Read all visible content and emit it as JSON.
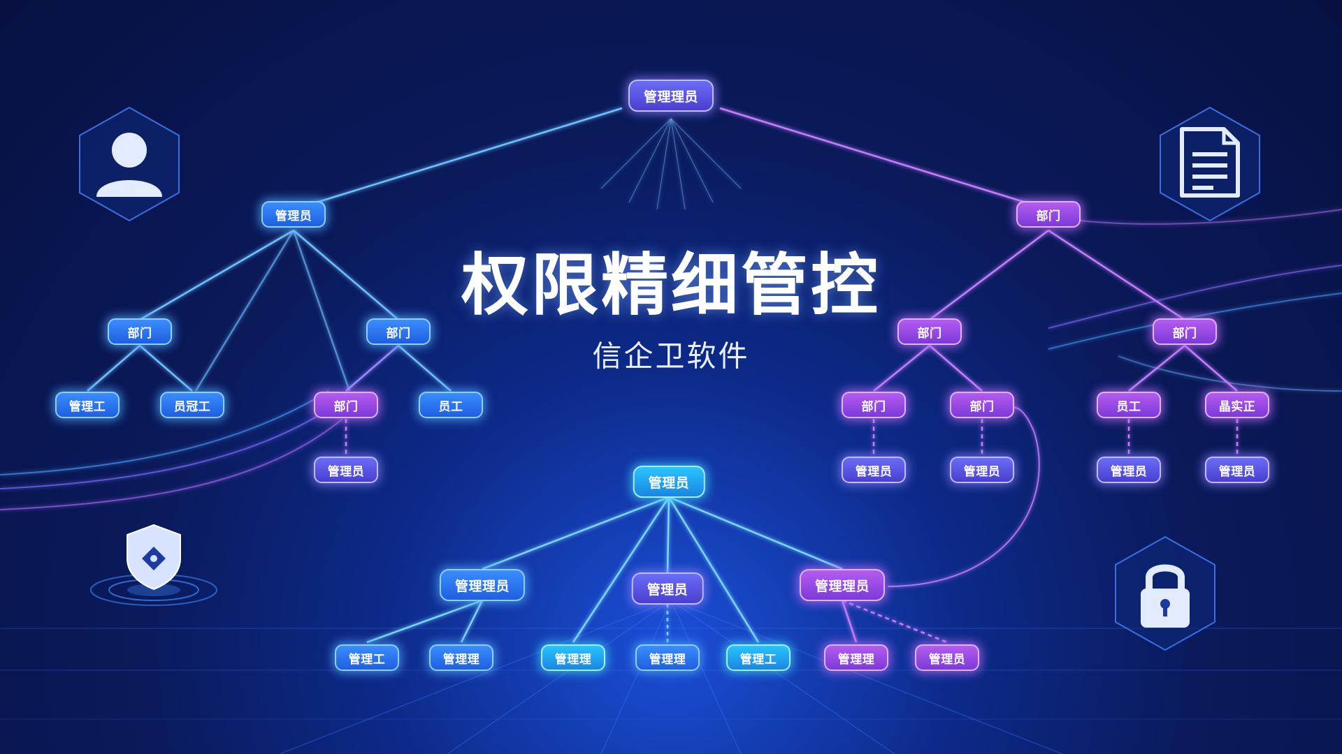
{
  "title": "权限精细管控",
  "subtitle": "信企卫软件",
  "colors": {
    "blue": "#2f7bff",
    "cyan": "#22b6f5",
    "purple": "#9b4ce8",
    "indigo": "#5a56e6",
    "background": "#0a1a5c"
  },
  "nodes": {
    "root": "管理理员",
    "left_manager": "管理员",
    "left_dept_a": "部门",
    "left_dept_b": "部门",
    "left_leaf_1": "管理工",
    "left_leaf_2": "员冠工",
    "left_dept_c": "部门",
    "left_leaf_3": "员工",
    "left_leaf_4": "管理员",
    "right_dept": "部门",
    "right_dept_a": "部门",
    "right_dept_b": "部门",
    "right_sub_1": "部门",
    "right_sub_2": "部门",
    "right_sub_3": "员工",
    "right_sub_4": "晶实正",
    "right_leaf_1": "管理员",
    "right_leaf_2": "管理员",
    "right_leaf_3": "管理员",
    "right_leaf_4": "管理员",
    "bottom_manager": "管理员",
    "bottom_a": "管理理员",
    "bottom_b": "管理员",
    "bottom_c": "管理理员",
    "bottom_leaf_1": "管理工",
    "bottom_leaf_2": "管理理",
    "bottom_leaf_3": "管理理",
    "bottom_leaf_4": "管理理",
    "bottom_leaf_5": "管理工",
    "bottom_leaf_6": "管理理",
    "bottom_leaf_7": "管理员"
  },
  "icons": [
    "user-icon",
    "document-icon",
    "shield-icon",
    "lock-icon"
  ]
}
